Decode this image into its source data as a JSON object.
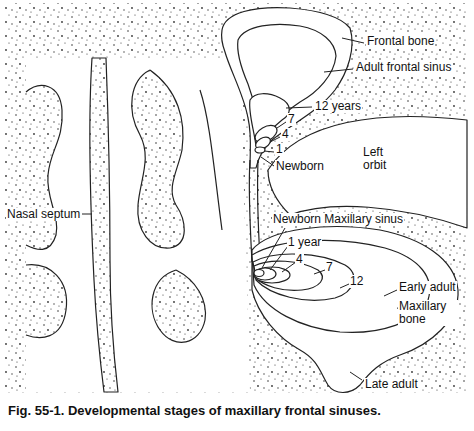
{
  "diagram": {
    "caption": "Fig. 55-1. Developmental stages of maxillary frontal sinuses.",
    "labels": [
      "Frontal bone",
      "Adult frontal sinus",
      "12 years",
      "7",
      "4",
      "1",
      "Newborn",
      "Left orbit",
      "Nasal septum",
      "Newborn Maxillary sinus",
      "1 year",
      "4",
      "7",
      "12",
      "Early adult",
      "Maxillary bone",
      "Late adult"
    ]
  }
}
